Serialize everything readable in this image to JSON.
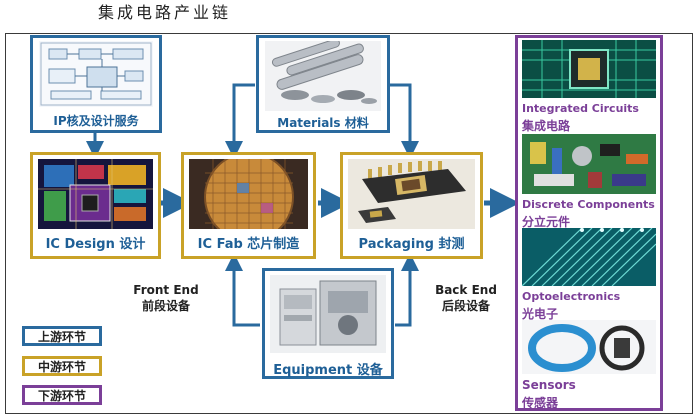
{
  "title": "集成电路产业链",
  "nodes": {
    "ip": "IP核及设计服务",
    "materials": "Materials 材料",
    "ic_design": "IC Design 设计",
    "ic_fab": "IC Fab 芯片制造",
    "packaging": "Packaging 封测",
    "equipment": "Equipment 设备"
  },
  "stages": {
    "front_en": "Front End",
    "front_cn": "前段设备",
    "back_en": "Back End",
    "back_cn": "后段设备"
  },
  "legend": {
    "upstream": "上游环节",
    "midstream": "中游环节",
    "downstream": "下游环节"
  },
  "products": [
    {
      "en": "Integrated Circuits",
      "cn": "集成电路"
    },
    {
      "en": "Discrete Components",
      "cn": "分立元件"
    },
    {
      "en": "Optoelectronics",
      "cn": "光电子"
    },
    {
      "en": "Sensors",
      "cn": "传感器"
    }
  ],
  "colors": {
    "upstream": "#2a6a9e",
    "midstream": "#c9a227",
    "downstream": "#7b3f98",
    "arrow": "#2a6a9e"
  }
}
